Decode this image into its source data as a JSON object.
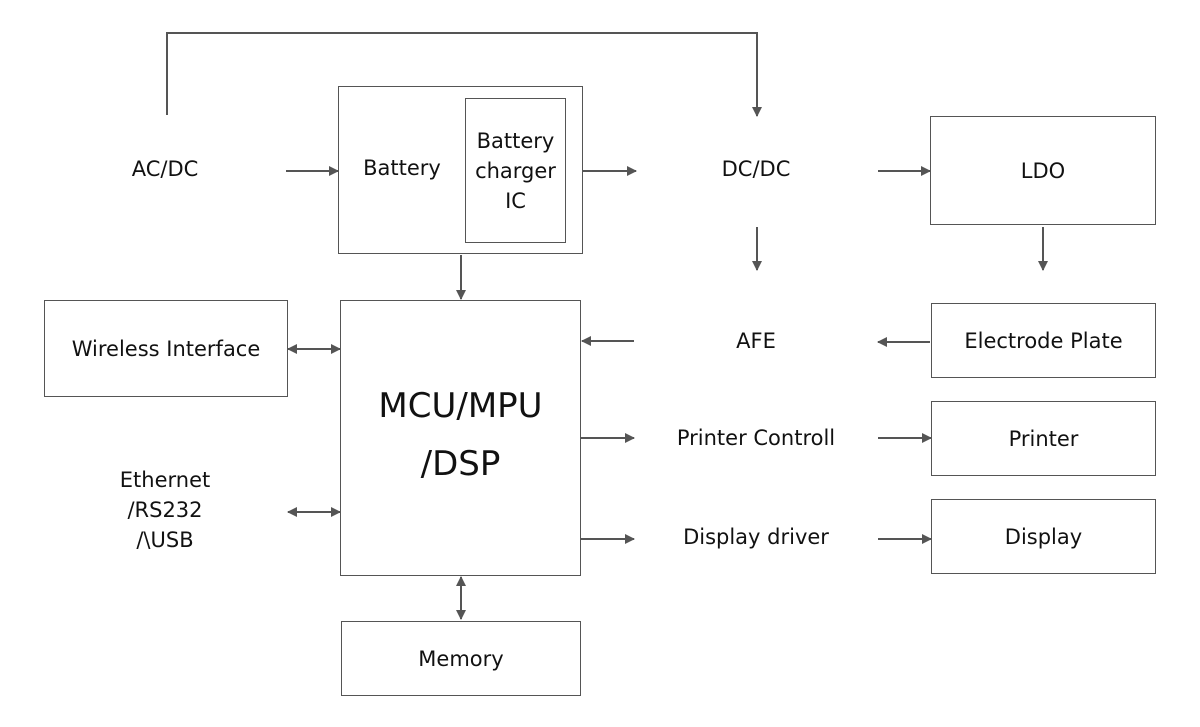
{
  "nodes": {
    "acdc": "AC/DC",
    "battery": "Battery",
    "charger": "Battery\ncharger\nIC",
    "dcdc": "DC/DC",
    "ldo": "LDO",
    "wireless": "Wireless Interface",
    "mcu": "MCU/MPU\n/DSP",
    "afe": "AFE",
    "electrode": "Electrode Plate",
    "printer_ctrl": "Printer Controll",
    "printer": "Printer",
    "ethernet": "Ethernet\n/RS232\n/\\USB",
    "display_driver": "Display driver",
    "display": "Display",
    "memory": "Memory"
  },
  "colors": {
    "line": "#555555",
    "text": "#111111"
  }
}
